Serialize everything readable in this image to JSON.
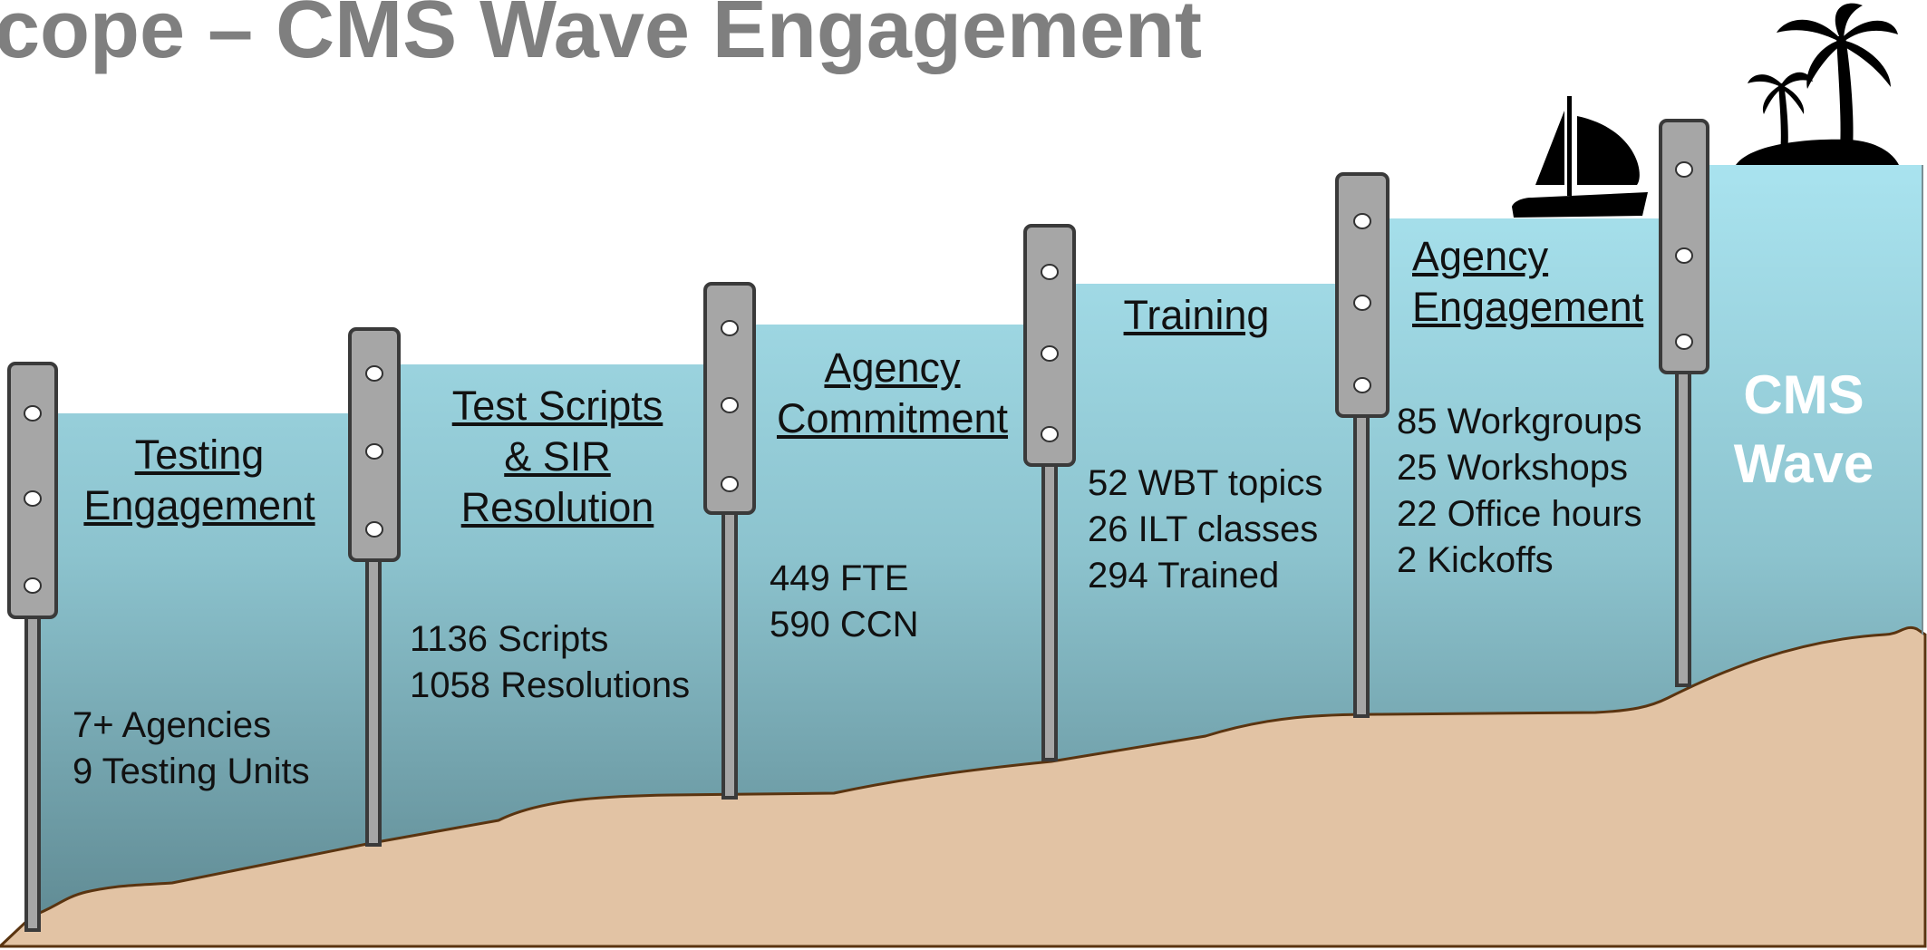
{
  "title": "cope – CMS Wave Engagement",
  "steps": [
    {
      "title_l1": "Testing",
      "title_l2": "Engagement",
      "title_l3": "",
      "stats": [
        "7+ Agencies",
        "9 Testing Units",
        "",
        ""
      ]
    },
    {
      "title_l1": "Test Scripts",
      "title_l2": "& SIR",
      "title_l3": "Resolution",
      "stats": [
        "1136 Scripts",
        "1058 Resolutions",
        "",
        ""
      ]
    },
    {
      "title_l1": "Agency",
      "title_l2": "Commitment",
      "title_l3": "",
      "stats": [
        "449 FTE",
        "590 CCN",
        "",
        ""
      ]
    },
    {
      "title_l1": "Training",
      "title_l2": "",
      "title_l3": "",
      "stats": [
        "52 WBT topics",
        "26 ILT classes",
        "294 Trained",
        ""
      ]
    },
    {
      "title_l1": "Agency",
      "title_l2": "Engagement",
      "title_l3": "",
      "stats": [
        "85 Workgroups",
        "25 Workshops",
        "22 Office hours",
        "2 Kickoffs"
      ]
    }
  ],
  "final": {
    "line1": "CMS",
    "line2": "Wave"
  },
  "colors": {
    "title": "#7f7f7f",
    "water_top": "#a9e3ef",
    "water_bottom": "#5e8891",
    "sand": "#e2c3a4",
    "sand_edge": "#5a3410",
    "post": "#a6a6a6",
    "post_edge": "#3a3a3a"
  },
  "icons": [
    "sailboat-icon",
    "palm-island-icon"
  ]
}
